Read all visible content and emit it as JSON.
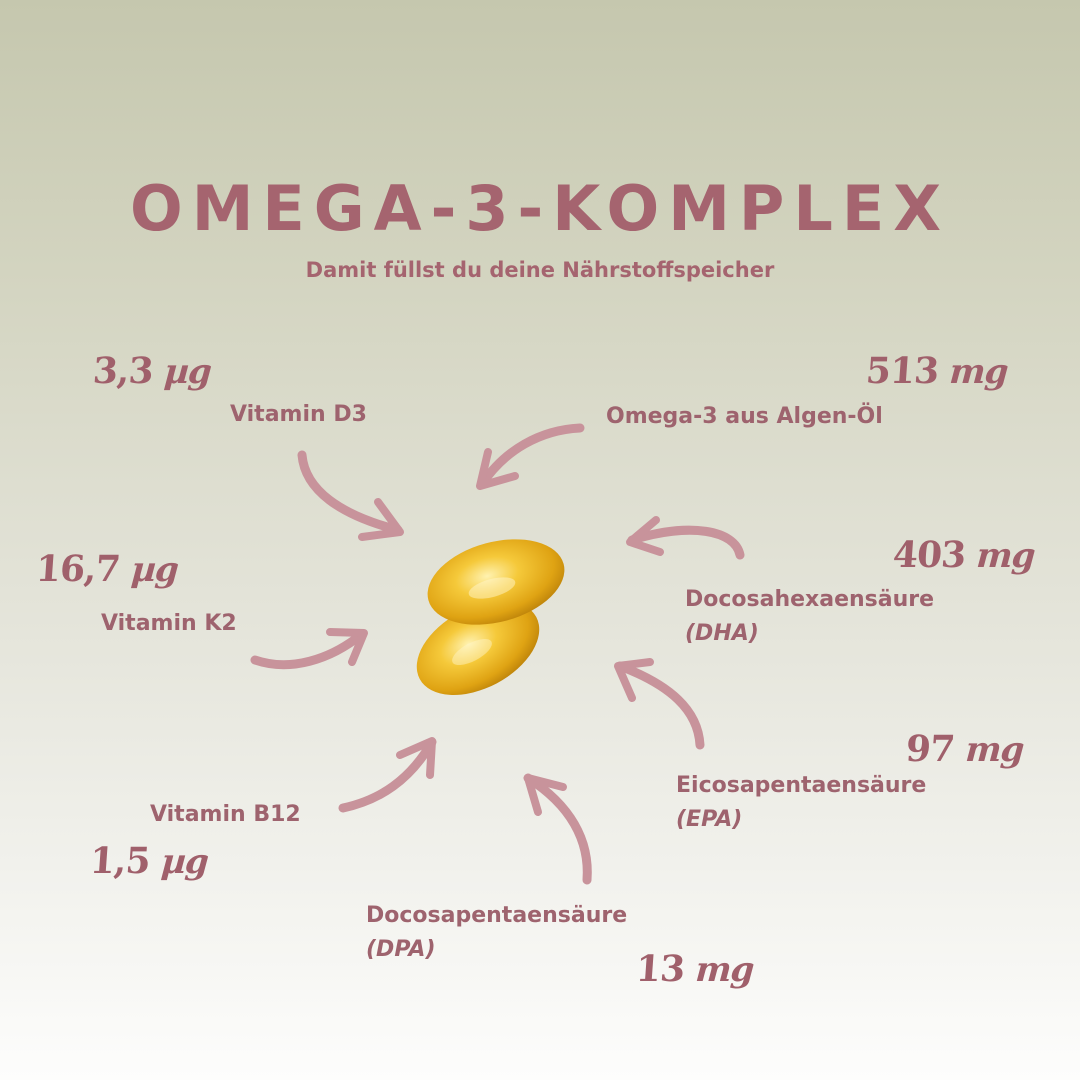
{
  "header": {
    "title": "OMEGA-3-KOMPLEX",
    "subtitle": "Damit füllst du deine Nährstoffspeicher"
  },
  "nutrients": [
    {
      "name": "Vitamin D3",
      "abbr": "",
      "amount": "3,3",
      "unit": "µg"
    },
    {
      "name": "Omega-3 aus Algen-Öl",
      "abbr": "",
      "amount": "513",
      "unit": "mg"
    },
    {
      "name": "Vitamin K2",
      "abbr": "",
      "amount": "16,7",
      "unit": "µg"
    },
    {
      "name": "Docosahexaensäure",
      "abbr": "(DHA)",
      "amount": "403",
      "unit": "mg"
    },
    {
      "name": "Eicosapentaensäure",
      "abbr": "(EPA)",
      "amount": "97",
      "unit": "mg"
    },
    {
      "name": "Vitamin B12",
      "abbr": "",
      "amount": "1,5",
      "unit": "µg"
    },
    {
      "name": "Docosapentaensäure",
      "abbr": "(DPA)",
      "amount": "13",
      "unit": "mg"
    }
  ],
  "center_image": "omega-3-softgel-capsules",
  "colors": {
    "accent": "#a5646f",
    "arrow": "#c8939b",
    "capsule": "#e8b020",
    "background_top": "#c5c7ae",
    "background_bottom": "#fdfdfc"
  }
}
